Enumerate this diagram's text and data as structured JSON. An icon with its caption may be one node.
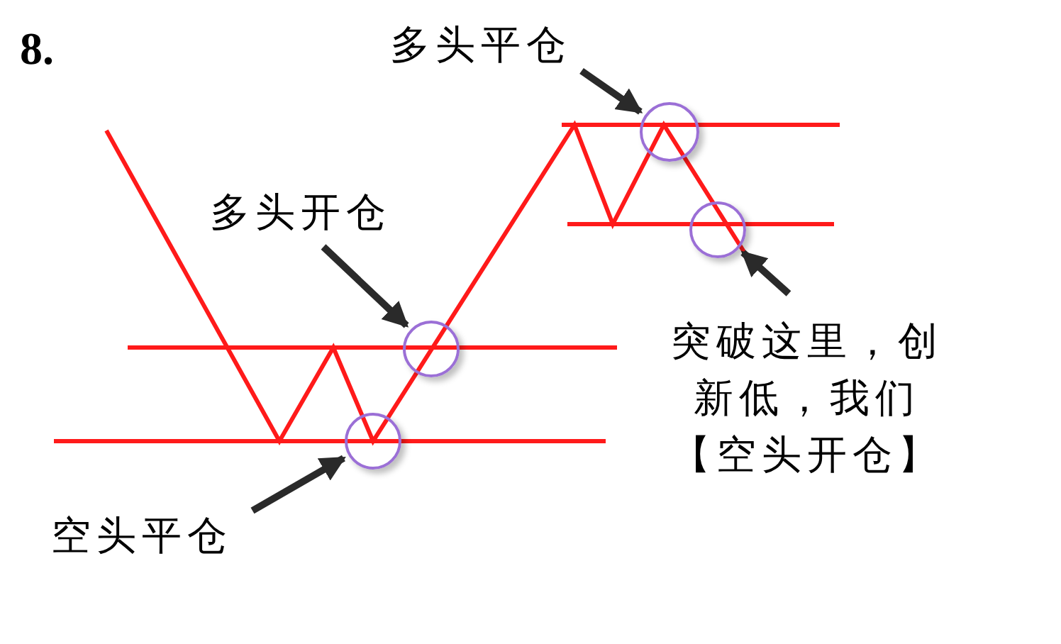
{
  "diagram": {
    "nodes": [
      {
        "text": [
          "多头平仓"
        ]
      },
      {
        "text": [
          "多头开仓"
        ]
      },
      {
        "text": [
          "空头平仓"
        ]
      },
      {
        "text": [
          "突破这里，创新低，我们【空头开仓】"
        ]
      },
      {
        "text": [],
        "shape": "circle"
      },
      {
        "text": [],
        "shape": "circle"
      },
      {
        "text": [],
        "shape": "circle"
      },
      {
        "text": [],
        "shape": "circle"
      }
    ],
    "edges": [
      {
        "from": 0,
        "to": 6,
        "arrow": "to"
      },
      {
        "from": 1,
        "to": 5,
        "arrow": "to"
      },
      {
        "from": 2,
        "to": 4,
        "arrow": "to"
      },
      {
        "from": 3,
        "to": 7,
        "arrow": "to"
      }
    ],
    "labels": [
      "8."
    ]
  }
}
